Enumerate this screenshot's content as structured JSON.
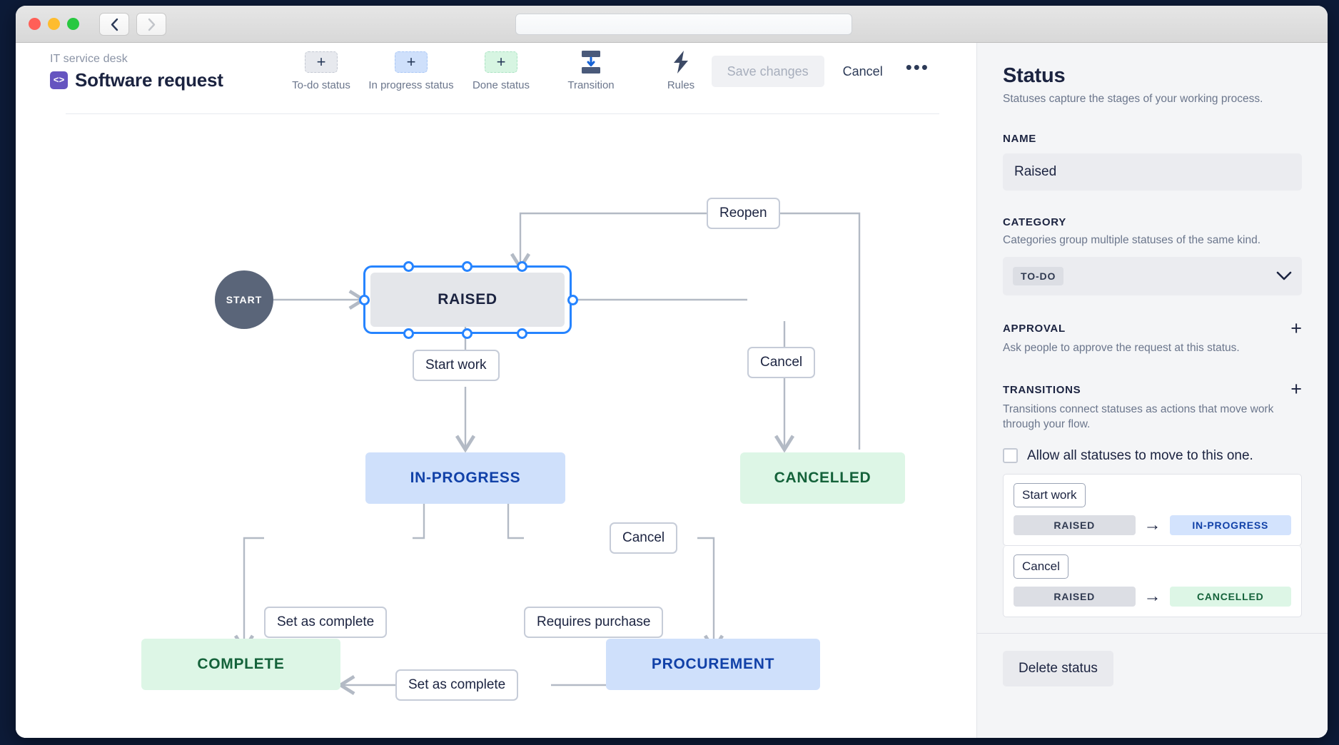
{
  "window": {
    "nav": {
      "back": "back-chevron",
      "forward": "forward-chevron"
    },
    "address_value": ""
  },
  "breadcrumb": {
    "parent": "IT service desk",
    "project_icon_glyph": "<>",
    "title": "Software request"
  },
  "toolbar": {
    "tools": [
      {
        "id": "todo-status",
        "glyph": "+",
        "label": "To-do status"
      },
      {
        "id": "inprogress-status",
        "glyph": "+",
        "label": "In progress status"
      },
      {
        "id": "done-status",
        "glyph": "+",
        "label": "Done status"
      },
      {
        "id": "transition",
        "glyph": "transition-icon",
        "label": "Transition"
      },
      {
        "id": "rules",
        "glyph": "lightning-icon",
        "label": "Rules"
      }
    ],
    "save_label": "Save changes",
    "cancel_label": "Cancel",
    "more_label": "•••"
  },
  "diagram": {
    "start_label": "START",
    "nodes": [
      {
        "id": "raised",
        "label": "RAISED",
        "category": "todo",
        "selected": true
      },
      {
        "id": "in-progress",
        "label": "IN-PROGRESS",
        "category": "prog",
        "selected": false
      },
      {
        "id": "cancelled",
        "label": "CANCELLED",
        "category": "done",
        "selected": false
      },
      {
        "id": "complete",
        "label": "COMPLETE",
        "category": "done",
        "selected": false
      },
      {
        "id": "procurement",
        "label": "PROCUREMENT",
        "category": "prog",
        "selected": false
      }
    ],
    "edge_labels": [
      {
        "id": "reopen",
        "label": "Reopen"
      },
      {
        "id": "cancel-raised",
        "label": "Cancel"
      },
      {
        "id": "start-work",
        "label": "Start work"
      },
      {
        "id": "cancel-inprogress",
        "label": "Cancel"
      },
      {
        "id": "set-as-complete-1",
        "label": "Set as complete"
      },
      {
        "id": "requires-purchase",
        "label": "Requires purchase"
      },
      {
        "id": "set-as-complete-2",
        "label": "Set as complete"
      }
    ]
  },
  "panel": {
    "title": "Status",
    "subtitle": "Statuses capture the stages of your working process.",
    "name_label": "NAME",
    "name_value": "Raised",
    "category_label": "CATEGORY",
    "category_hint": "Categories group multiple statuses of the same kind.",
    "category_value": "TO-DO",
    "approval_label": "APPROVAL",
    "approval_hint": "Ask people to approve the request at this status.",
    "approval_add": "+",
    "transitions_label": "TRANSITIONS",
    "transitions_hint": "Transitions connect statuses as actions that move work through your flow.",
    "transitions_add": "+",
    "allow_all_label": "Allow all statuses to move to this one.",
    "allow_all_checked": false,
    "transitions": [
      {
        "name": "Start work",
        "from": "RAISED",
        "from_cat": "todo",
        "arrow": "→",
        "to": "IN-PROGRESS",
        "to_cat": "prog"
      },
      {
        "name": "Cancel",
        "from": "RAISED",
        "from_cat": "todo",
        "arrow": "→",
        "to": "CANCELLED",
        "to_cat": "done"
      }
    ],
    "delete_label": "Delete status"
  },
  "colors": {
    "accent_blue": "#2684ff",
    "todo_bg": "#e4e6ea",
    "progress_bg": "#cfe0fb",
    "done_bg": "#ddf6e6",
    "panel_bg": "#f4f5f7",
    "edge": "#b3bac5"
  }
}
